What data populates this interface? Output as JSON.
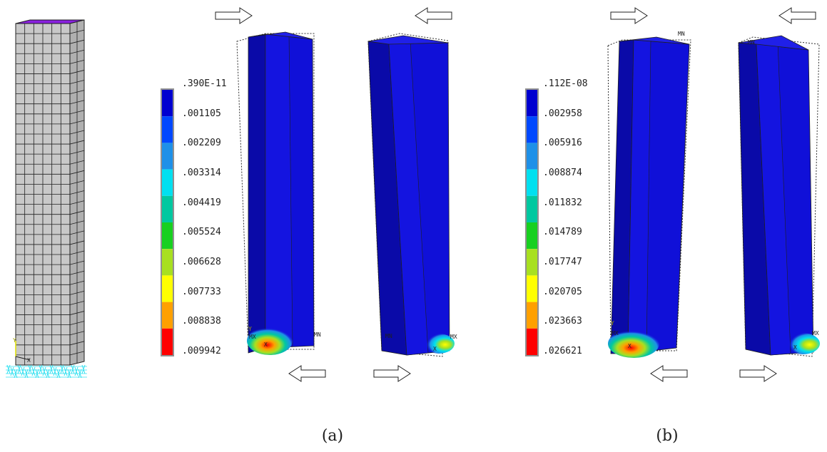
{
  "figure": {
    "panels": [
      {
        "id": "a",
        "caption": "(a)",
        "legend": {
          "values": [
            ".390E-11",
            ".001105",
            ".002209",
            ".003314",
            ".004419",
            ".005524",
            ".006628",
            ".007733",
            ".008838",
            ".009942"
          ],
          "colors": [
            "#0000d0",
            "#0048ff",
            "#1e90e8",
            "#00e0f0",
            "#00c8a0",
            "#18d020",
            "#a8e020",
            "#ffff00",
            "#ffa000",
            "#ff0000"
          ]
        },
        "column_left": {
          "labels": [
            "MX",
            "MN"
          ]
        },
        "column_right": {
          "labels": [
            "MN",
            "MX"
          ]
        }
      },
      {
        "id": "b",
        "caption": "(b)",
        "legend": {
          "values": [
            ".112E-08",
            ".002958",
            ".005916",
            ".008874",
            ".011832",
            ".014789",
            ".017747",
            ".020705",
            ".023663",
            ".026621"
          ],
          "colors": [
            "#0000d0",
            "#0048ff",
            "#1e90e8",
            "#00e0f0",
            "#00c8a0",
            "#18d020",
            "#a8e020",
            "#ffff00",
            "#ffa000",
            "#ff0000"
          ]
        },
        "column_left": {
          "labels": [
            "MX",
            "MN"
          ]
        },
        "column_right": {
          "labels": [
            "MN",
            "MX"
          ]
        }
      }
    ],
    "axis_labels": [
      "Y",
      "X"
    ],
    "colors": {
      "mesh_face": "#c8c8c8",
      "mesh_line": "#202020",
      "mesh_top": "#8a20e0",
      "support": "#30e0f0",
      "column_front": "#1010d8",
      "column_side": "#0a0aa8",
      "column_top": "#2020e8",
      "outline": "#303030"
    }
  }
}
